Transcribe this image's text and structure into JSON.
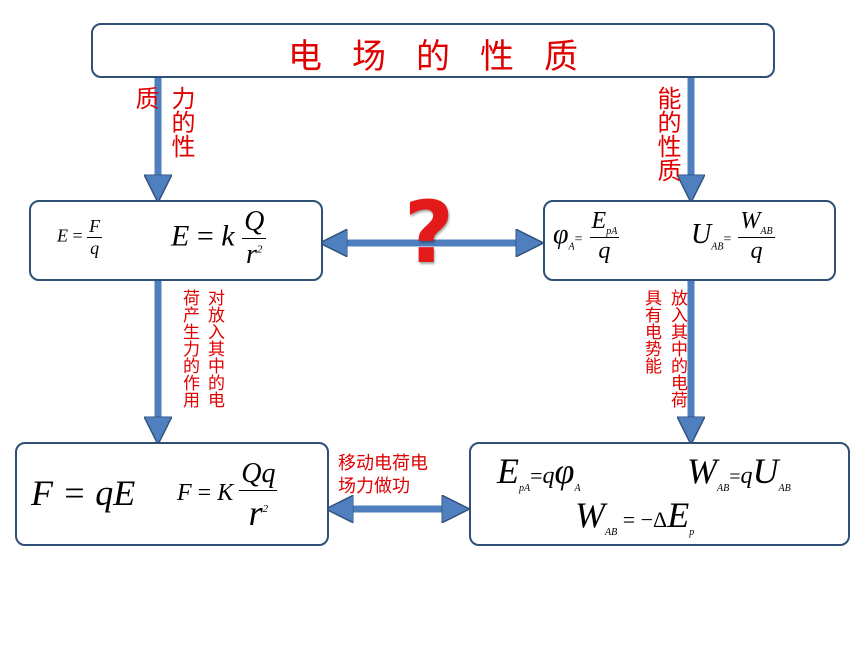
{
  "title": "电场的性质",
  "colors": {
    "box_border": "#2f4f77",
    "arrow": "#4f7fbf",
    "label": "#e00000",
    "question": "#e21a1a"
  },
  "labels": {
    "force_nature_col1": "质",
    "force_nature_col2": "力的性",
    "energy_nature": "能的性质",
    "force_on_charge_col1": "对放入其中的电",
    "force_on_charge_col2": "荷产生力的作用",
    "energy_col1": "放入其中的电荷",
    "energy_col2": "具有电势能",
    "work_line1": "移动电荷电",
    "work_line2": "场力做功"
  },
  "question_mark": "?",
  "formulas": {
    "e_def": {
      "lhs": "E",
      "eq": "=",
      "num": "F",
      "den": "q"
    },
    "e_point": {
      "lhs": "E",
      "eq": "=",
      "k": "k",
      "num": "Q",
      "den": "r",
      "exp": "2"
    },
    "phi": {
      "lhs": "φ",
      "sub": "A",
      "eq": "=",
      "num": "E",
      "num_sub": "pA",
      "den": "q"
    },
    "u_ab": {
      "lhs": "U",
      "sub": "AB",
      "eq": "=",
      "num": "W",
      "num_sub": "AB",
      "den": "q"
    },
    "f_qe": "F = qE",
    "f_coulomb": {
      "lhs": "F",
      "eq": "=",
      "k": "K",
      "num": "Qq",
      "den": "r",
      "exp": "2"
    },
    "ep": {
      "lhs": "E",
      "sub": "pA",
      "eq": "=",
      "q": "q",
      "phi": "φ",
      "phi_sub": "A"
    },
    "w_qu": {
      "lhs": "W",
      "sub": "AB",
      "eq": "=",
      "q": "q",
      "u": "U",
      "u_sub": "AB"
    },
    "w_delta": {
      "lhs": "W",
      "sub": "AB",
      "eq": "=",
      "neg": "−Δ",
      "e": "E",
      "e_sub": "p"
    }
  }
}
